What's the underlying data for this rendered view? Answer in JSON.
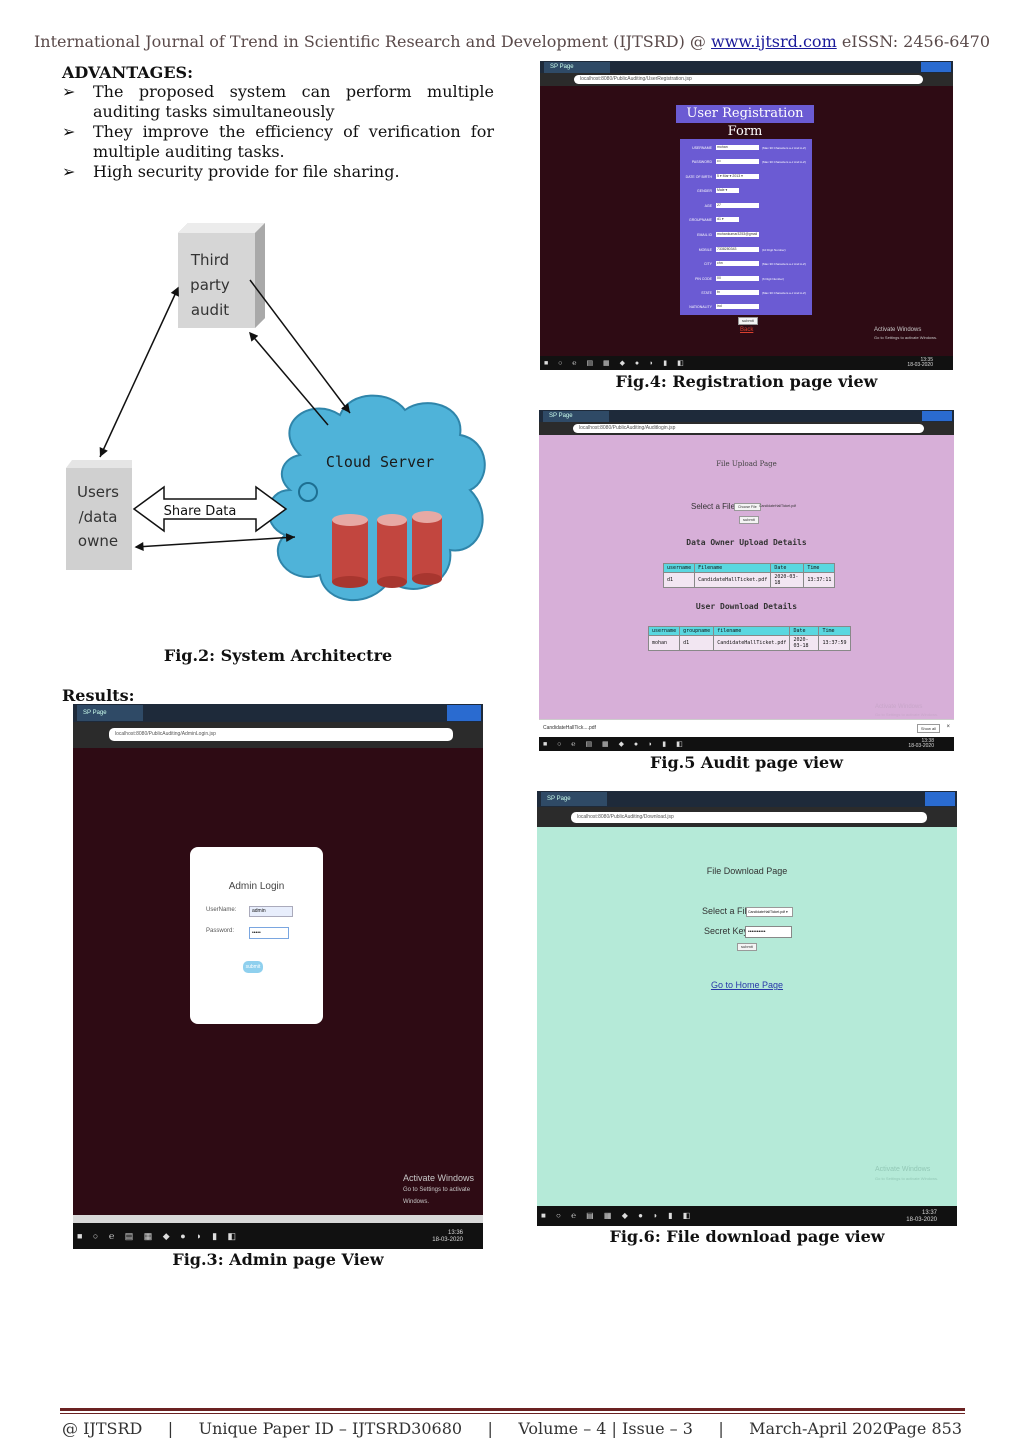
{
  "header": {
    "journal": "International Journal of Trend in Scientific Research and Development (IJTSRD) @",
    "url": "www.ijtsrd.com",
    "issn": "eISSN: 2456-6470"
  },
  "advantages": {
    "title": "ADVANTAGES:",
    "bullet_symbol": "➢",
    "items": [
      "The proposed system can perform multiple auditing tasks simultaneously",
      "They improve the efficiency of verification for multiple auditing tasks.",
      "High security provide for file sharing."
    ]
  },
  "architecture": {
    "tpa_lines": [
      "Third",
      "party",
      "audit"
    ],
    "users_lines": [
      "Users",
      "/data",
      "owne"
    ],
    "cloud_label": "Cloud Server",
    "share_label": "Share Data",
    "caption": "Fig.2: System Architectre"
  },
  "results_title": "Results:",
  "fig3": {
    "caption": "Fig.3: Admin page View",
    "tab": "SP Page",
    "url": "localhost:8080/PublicAuditing/AdminLogin.jsp",
    "login_title": "Admin Login",
    "username_label": "UserName:",
    "username_value": "admin",
    "password_label": "Password:",
    "password_value": "•••••",
    "submit": "submit",
    "activate_line1": "Activate Windows",
    "activate_line2": "Go to Settings to activate Windows.",
    "time": "13:36",
    "date": "18-03-2020"
  },
  "fig4": {
    "caption": "Fig.4: Registration page view",
    "tab": "SP Page",
    "url": "localhost:8080/PublicAuditing/UserRegistration.jsp",
    "title": "User Registration Form",
    "rows": [
      {
        "label": "USERNAME",
        "value": "mohan",
        "hint": "(Max 30 Characters a-z And A-Z)"
      },
      {
        "label": "PASSWORD",
        "value": "•••",
        "hint": "(Max 30 Characters a-z And A-Z)"
      },
      {
        "label": "DATE OF BIRTH",
        "value": "5 ▾  Mar ▾  2013 ▾",
        "hint": ""
      },
      {
        "label": "GENDER",
        "value": "Male ▾",
        "hint": ""
      },
      {
        "label": "AGE",
        "value": "27",
        "hint": ""
      },
      {
        "label": "GROUPNAME",
        "value": "d1 ▾",
        "hint": ""
      },
      {
        "label": "EMAIL ID",
        "value": "mohankumar3253@gmail",
        "hint": ""
      },
      {
        "label": "MOBILE",
        "value": "7338280343",
        "hint": "(10 Digit Number)"
      },
      {
        "label": "CITY",
        "value": "chn",
        "hint": "(Max 30 Characters a-z And A-Z)"
      },
      {
        "label": "PIN CODE",
        "value": "00",
        "hint": "(6 Digit Number)"
      },
      {
        "label": "STATE",
        "value": "tn",
        "hint": "(Max 30 Characters a-z And A-Z)"
      },
      {
        "label": "NATIONALITY",
        "value": "ind",
        "hint": ""
      }
    ],
    "submit": "submit",
    "back": "Back",
    "activate_line1": "Activate Windows",
    "activate_line2": "Go to Settings to activate Windows.",
    "time": "13:35",
    "date": "18-03-2020"
  },
  "fig5": {
    "caption": "Fig.5 Audit page view",
    "tab": "SP Page",
    "url": "localhost:8080/PublicAuditing/Auditlogin.jsp",
    "page_title": "File Upload Page",
    "select_label": "Select a File:",
    "choose_button": "Choose File",
    "chosen_file": "CandidateHallTicket.pdf",
    "submit": "submit",
    "upload_title": "Data Owner Upload Details",
    "upload_headers": [
      "username",
      "Filename",
      "Date",
      "Time"
    ],
    "upload_rows": [
      [
        "d1",
        "CandidateHallTicket.pdf",
        "2020-03-18",
        "13:37:11"
      ]
    ],
    "download_title": "User Download Details",
    "download_headers": [
      "username",
      "groupname",
      "filename",
      "Date",
      "Time"
    ],
    "download_rows": [
      [
        "mohan",
        "d1",
        "CandidateHallTicket.pdf",
        "2020-03-18",
        "13:37:59"
      ]
    ],
    "download_chip": "CandidateHallTick....pdf",
    "show_all": "Show all",
    "activate_line1": "Activate Windows",
    "activate_line2": "Go to Settings to activate Windows.",
    "time": "13:38",
    "date": "18-03-2020"
  },
  "fig6": {
    "caption": "Fig.6: File download page view",
    "tab": "SP Page",
    "url": "localhost:8080/PublicAuditing/Download.jsp",
    "page_title": "File Download Page",
    "select_label": "Select a File:",
    "select_value": "CandidateHallTicket.pdf ▾",
    "key_label": "Secret Key:",
    "key_value": "••••••••••",
    "submit": "submit",
    "home_link": "Go to Home Page",
    "activate_line1": "Activate Windows",
    "activate_line2": "Go to Settings to activate Windows.",
    "time": "13:37",
    "date": "18-03-2020"
  },
  "footer": {
    "left": "@ IJTSRD     |     Unique Paper ID – IJTSRD30680     |     Volume – 4 | Issue – 3     |     March-April 2020",
    "page": "Page 853"
  },
  "colors": {
    "dark_page": "#2e0b14",
    "form_purple": "#6b5bd3",
    "audit_pink": "#d7afd8",
    "download_green": "#b5ead8",
    "cloud_blue": "#4fb3d9",
    "cylinder_red": "#c2463f"
  }
}
